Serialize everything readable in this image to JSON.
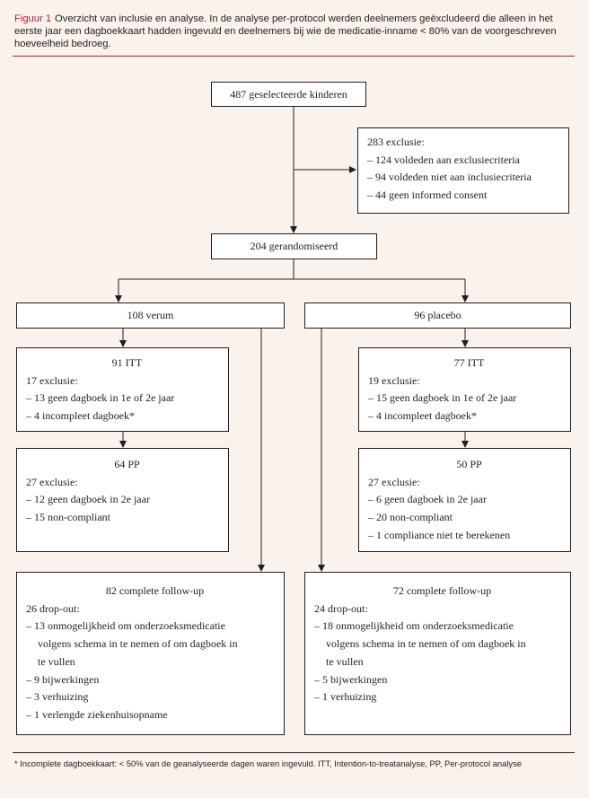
{
  "caption": {
    "label": "Figuur 1",
    "text": "Overzicht van inclusie en analyse. In de analyse per-protocol werden deelnemers geëxcludeerd die alleen in het eerste jaar een dagboekkaart hadden ingevuld en deelnemers bij wie de medicatie-inname < 80% van de voorgeschreven hoeveelheid bedroeg."
  },
  "selected": "487 geselecteerde kinderen",
  "exclusion": {
    "title": "283 exclusie:",
    "items": [
      "– 124 voldeden aan exclusiecriteria",
      "– 94 voldeden niet aan inclusiecriteria",
      "– 44 geen informed consent"
    ]
  },
  "randomised": "204 gerandomiseerd",
  "verum": {
    "label": "108 verum",
    "itt": {
      "title": "91 ITT",
      "lines": [
        "17 exclusie:",
        "– 13 geen dagboek in 1e of 2e jaar",
        "– 4 incompleet dagboek*"
      ]
    },
    "pp": {
      "title": "64 PP",
      "lines": [
        "27 exclusie:",
        "– 12 geen dagboek in 2e jaar",
        "– 15 non-compliant"
      ]
    },
    "followup": {
      "title": "82 complete follow-up",
      "line0": "26 drop-out:",
      "line1a": "– 13 onmogelijkheid om onderzoeksmedicatie",
      "line1b": "volgens schema in te nemen of om dagboek in",
      "line1c": "te vullen",
      "line2": "– 9 bijwerkingen",
      "line3": "– 3 verhuizing",
      "line4": "– 1 verlengde ziekenhuisopname"
    }
  },
  "placebo": {
    "label": "96 placebo",
    "itt": {
      "title": "77 ITT",
      "lines": [
        "19 exclusie:",
        "– 15 geen dagboek in 1e of 2e jaar",
        "– 4 incompleet dagboek*"
      ]
    },
    "pp": {
      "title": "50 PP",
      "lines": [
        "27 exclusie:",
        "– 6 geen dagboek in 2e jaar",
        "– 20 non-compliant",
        "– 1 compliance niet te berekenen"
      ]
    },
    "followup": {
      "title": "72 complete follow-up",
      "line0": "24 drop-out:",
      "line1a": "– 18 onmogelijkheid om onderzoeksmedicatie",
      "line1b": "volgens schema in te nemen of om dagboek in",
      "line1c": "te vullen",
      "line2": "– 5 bijwerkingen",
      "line3": "– 1 verhuizing"
    }
  },
  "footnote": "* Incomplete dagboekkaart: < 50% van de geanalyseerde dagen waren ingevuld. ITT, Intention-to-treatanalyse, PP, Per-protocol analyse",
  "colors": {
    "accent": "#b41e3c",
    "background": "#faf2ec",
    "box": "#ffffff",
    "ink": "#231f20"
  }
}
